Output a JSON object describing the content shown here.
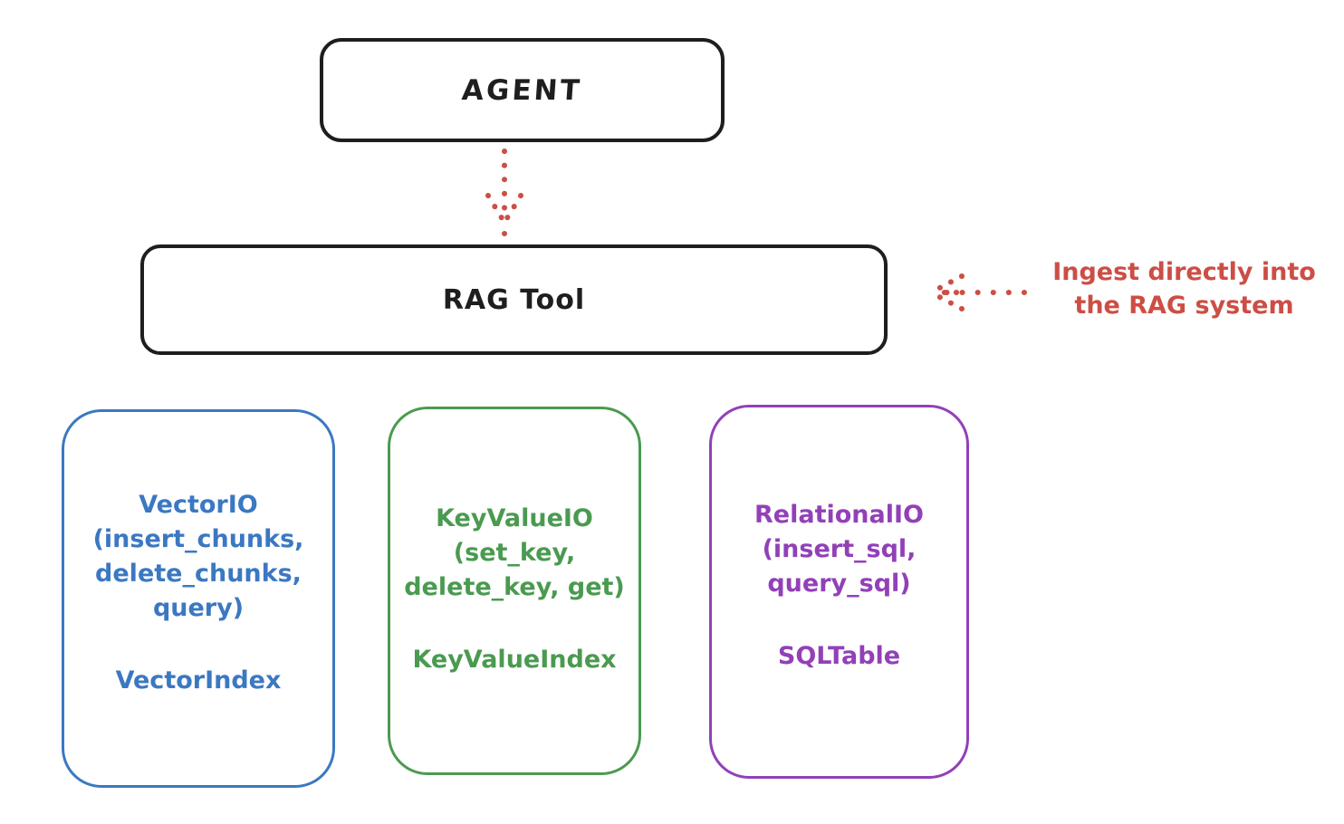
{
  "agent_box": {
    "label": "AGENT"
  },
  "rag_tool_box": {
    "label": "RAG Tool"
  },
  "ingest_annotation": {
    "line1": "Ingest directly into",
    "line2": "the RAG system"
  },
  "stores": [
    {
      "name": "vector-io",
      "color": "#3b78c2",
      "io_lines": [
        "VectorIO",
        "(insert_chunks,",
        "delete_chunks,",
        "query)"
      ],
      "index_label": "VectorIndex"
    },
    {
      "name": "keyvalue-io",
      "color": "#4a9a50",
      "io_lines": [
        "KeyValueIO",
        "(set_key,",
        "delete_key, get)"
      ],
      "index_label": "KeyValueIndex"
    },
    {
      "name": "relational-io",
      "color": "#9240b8",
      "io_lines": [
        "RelationalIO",
        "(insert_sql,",
        "query_sql)"
      ],
      "index_label": "SQLTable"
    }
  ],
  "icons": {
    "agent_to_rag_arrow": "dotted-down-arrow",
    "ingest_arrow": "dotted-left-arrow"
  },
  "colors": {
    "stroke": "#1e1e1e",
    "red": "#cc4e45",
    "blue": "#3b78c2",
    "green": "#4a9a50",
    "purple": "#9240b8",
    "background": "#ffffff"
  }
}
